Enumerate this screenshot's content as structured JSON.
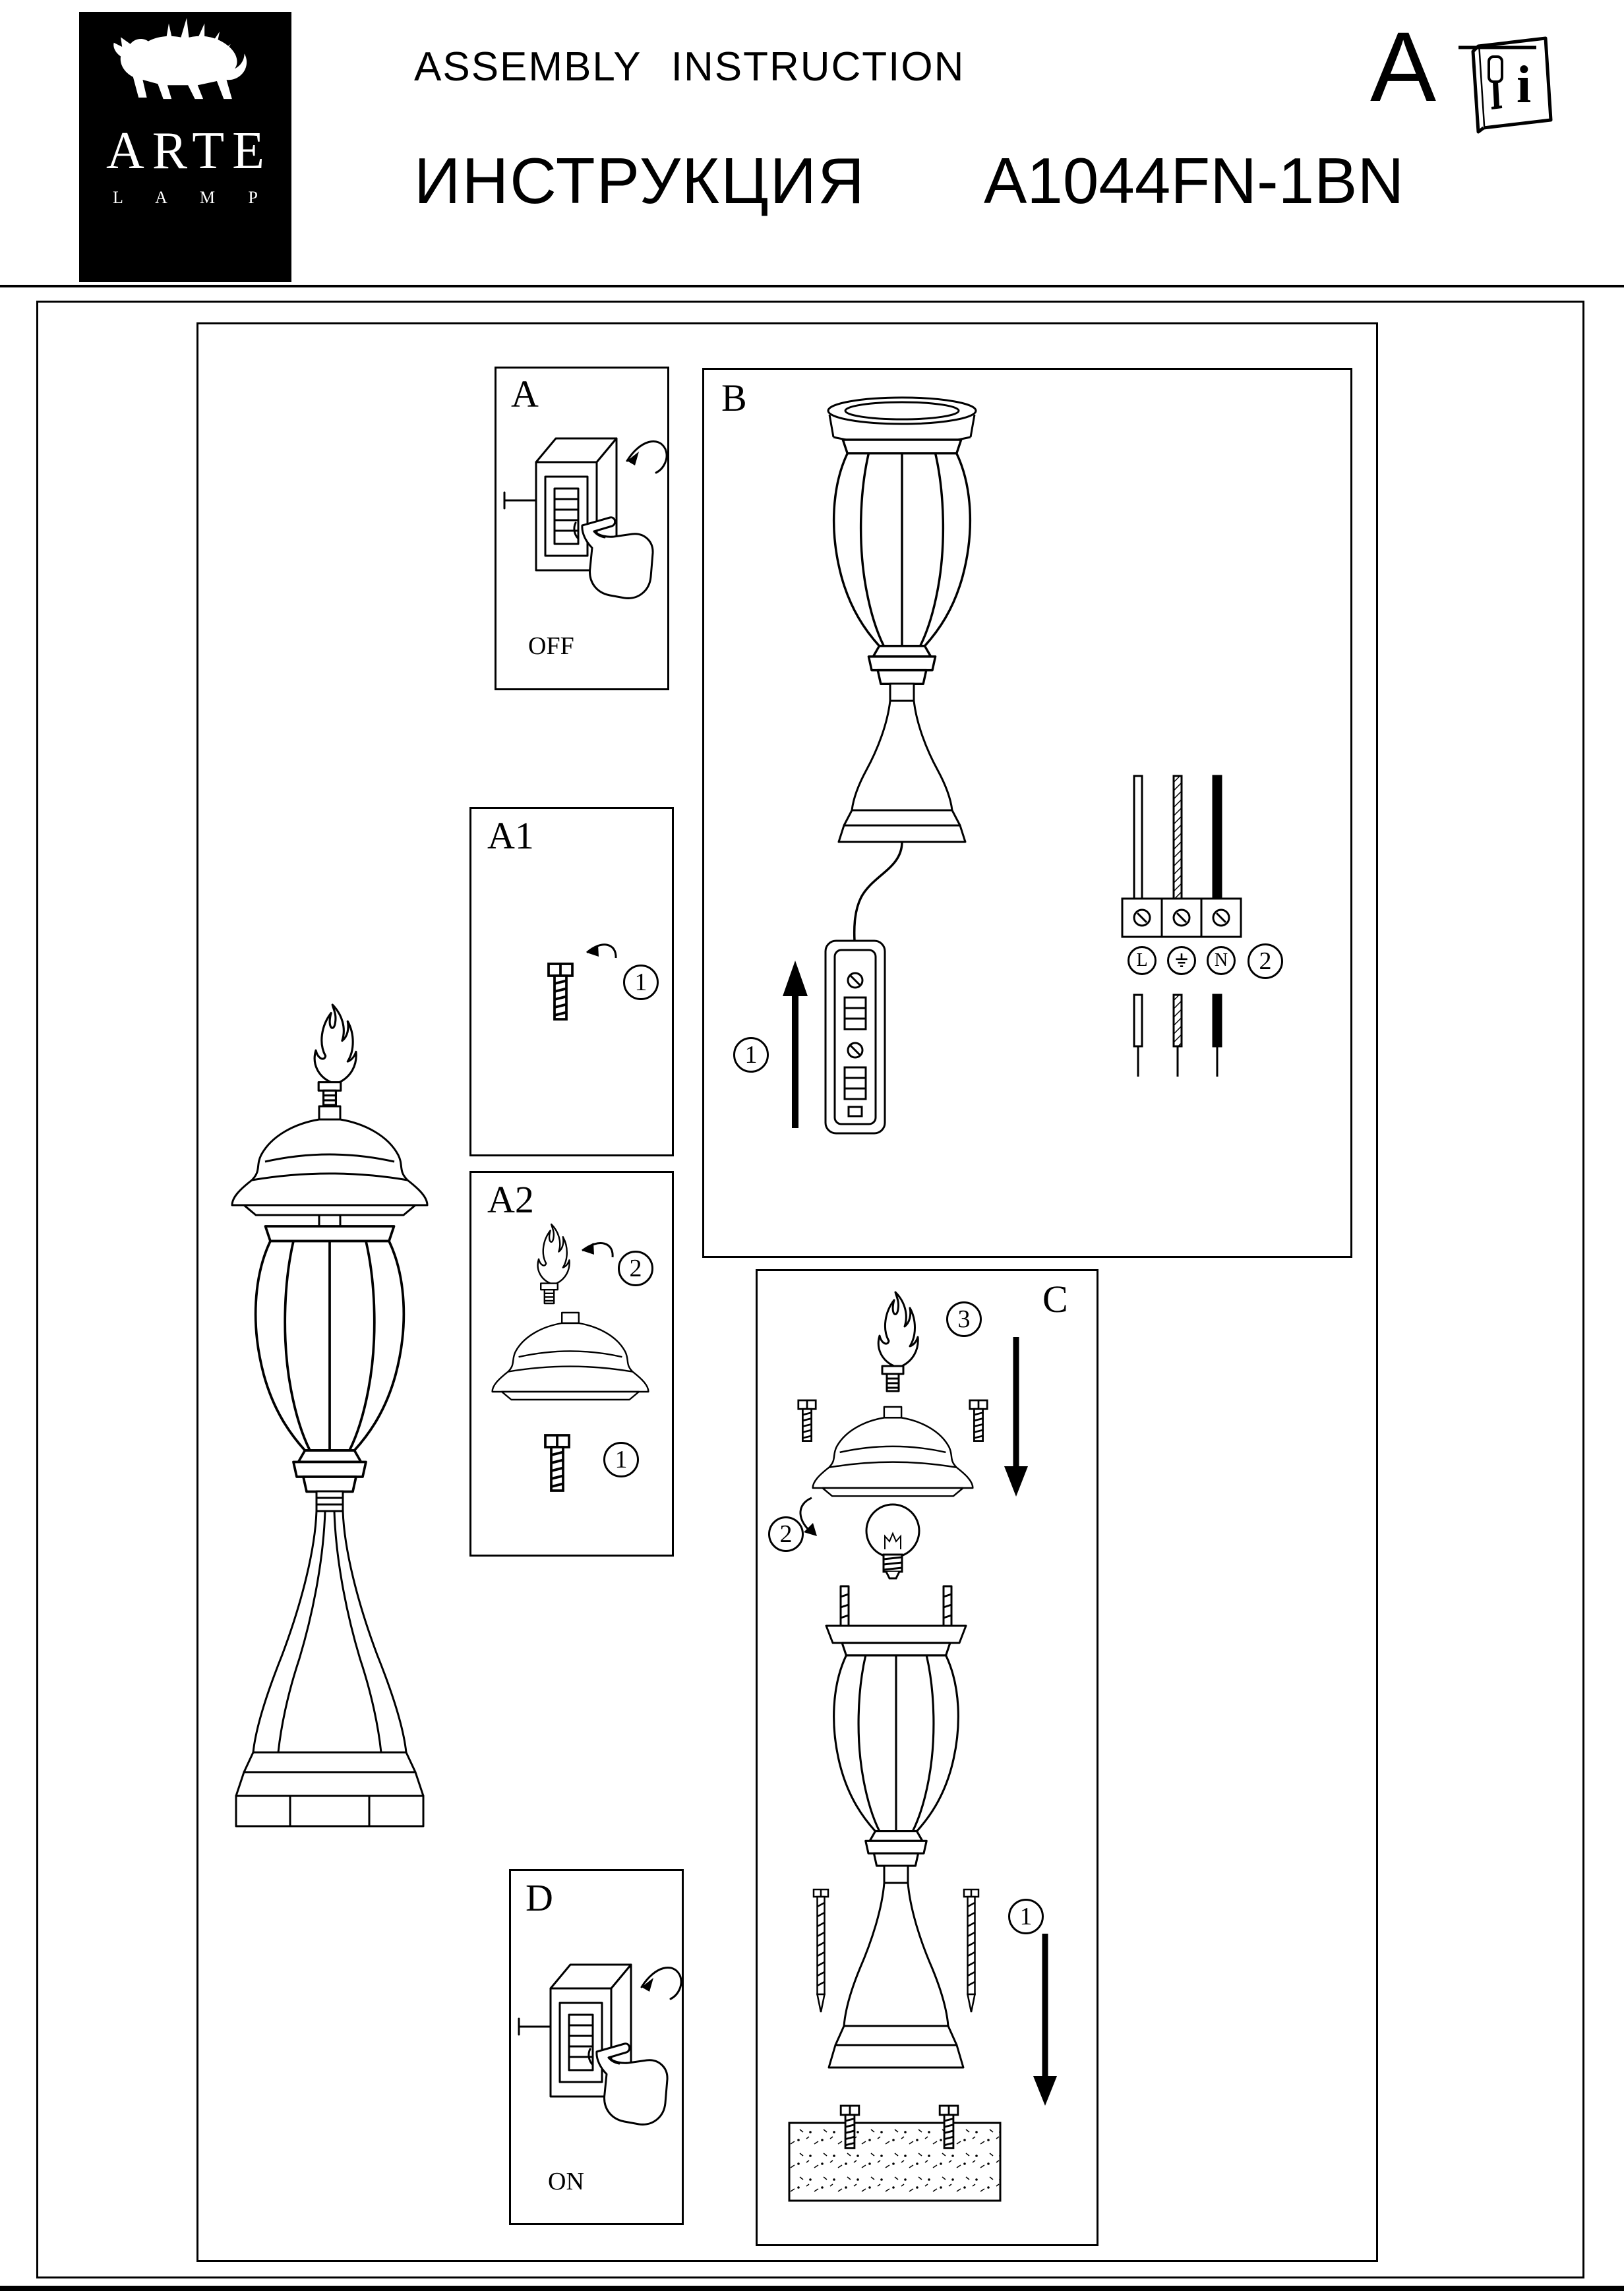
{
  "header": {
    "brand_name": "ARTE",
    "brand_sub": "L A M P",
    "title_en": "ASSEMBLY INSTRUCTION",
    "title_ru": "ИНСТРУКЦИЯ",
    "model": "A1044FN-1BN",
    "corner_letter": "A",
    "manual_letter": "i"
  },
  "panels": {
    "a": {
      "label": "A",
      "state": "OFF"
    },
    "a1": {
      "label": "A1",
      "step_screw": "1"
    },
    "a2": {
      "label": "A2",
      "step_finial": "2",
      "step_screw": "1"
    },
    "b": {
      "label": "B",
      "step_mount": "1",
      "step_wiring": "2",
      "terminal_l": "L",
      "terminal_n": "N"
    },
    "c": {
      "label": "C",
      "step_cap": "3",
      "step_bulb": "2",
      "step_anchor": "1"
    },
    "d": {
      "label": "D",
      "state": "ON"
    }
  }
}
